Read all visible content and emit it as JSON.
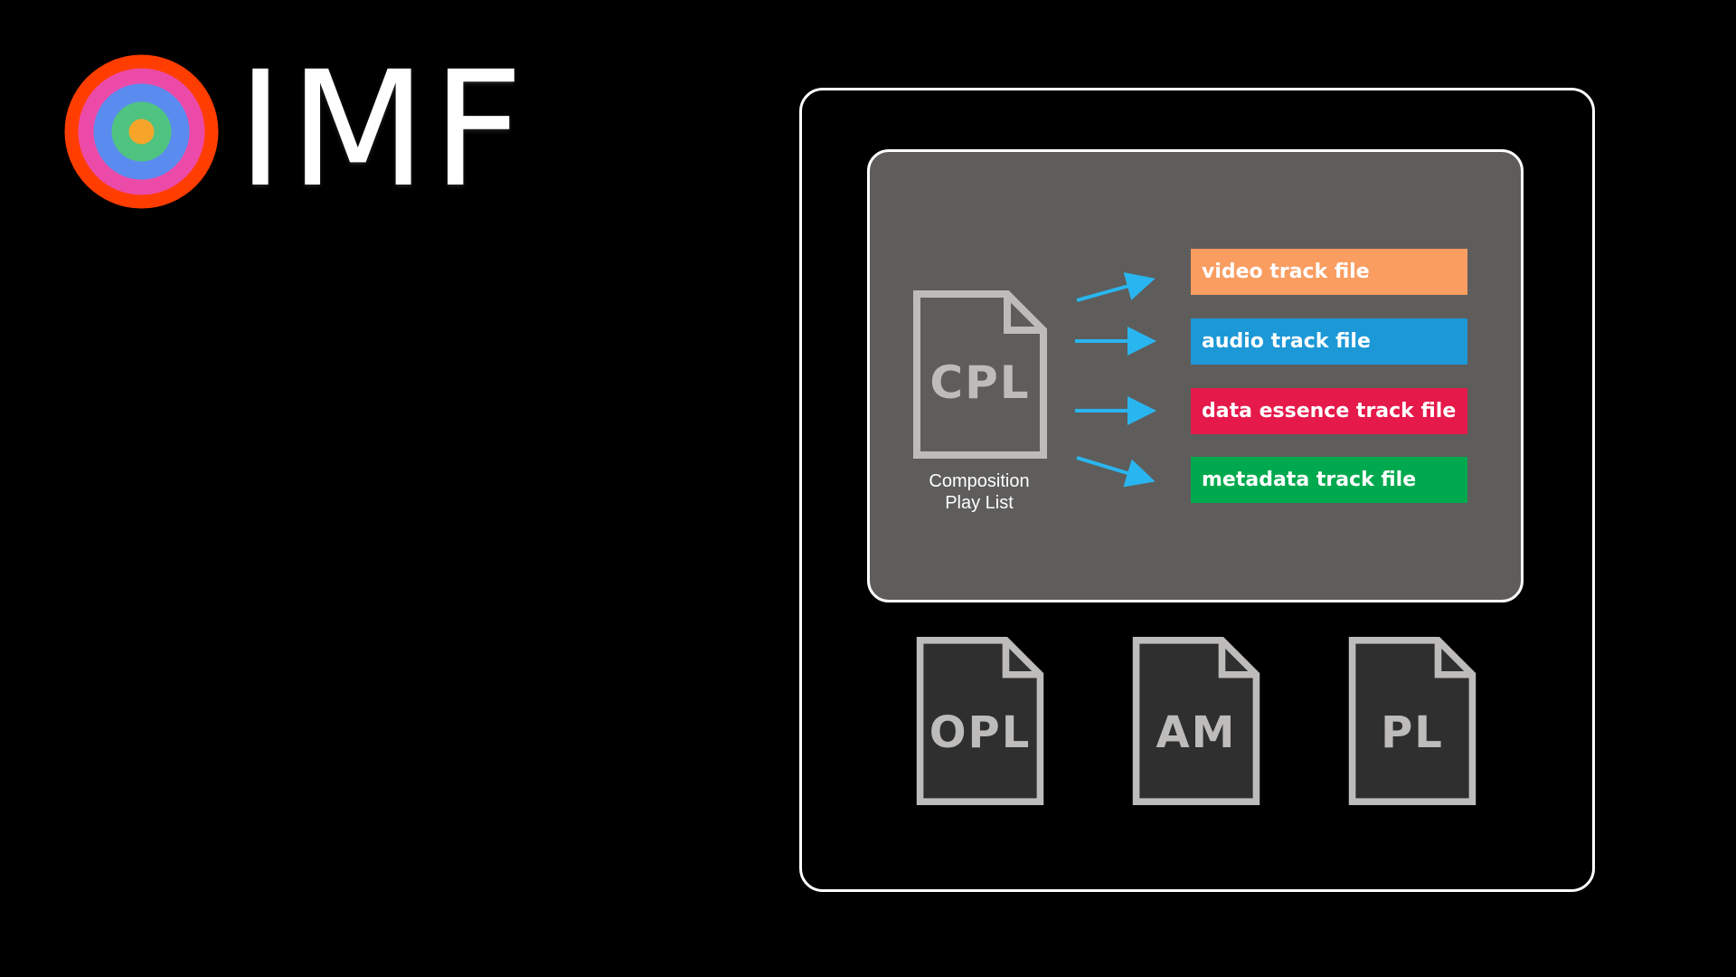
{
  "logo": {
    "text": "IMF",
    "ring_colors": [
      "#ff3d00",
      "#ec4aa8",
      "#5a8cf0",
      "#4fc380",
      "#f7a52a"
    ]
  },
  "cpl": {
    "label": "CPL",
    "caption_line1": "Composition",
    "caption_line2": "Play List"
  },
  "tracks": [
    {
      "label": "video track file",
      "color": "#f99d61"
    },
    {
      "label": "audio track file",
      "color": "#1c98d6"
    },
    {
      "label": "data essence track file",
      "color": "#e5194a"
    },
    {
      "label": "metadata track file",
      "color": "#00a94e"
    }
  ],
  "documents": [
    {
      "label": "OPL"
    },
    {
      "label": "AM"
    },
    {
      "label": "PL"
    }
  ],
  "colors": {
    "arrow": "#29b6f0",
    "panel": "#5e5d5c",
    "document_outline": "#bdbcbb",
    "document_fill_dark": "#2f2f2f"
  }
}
